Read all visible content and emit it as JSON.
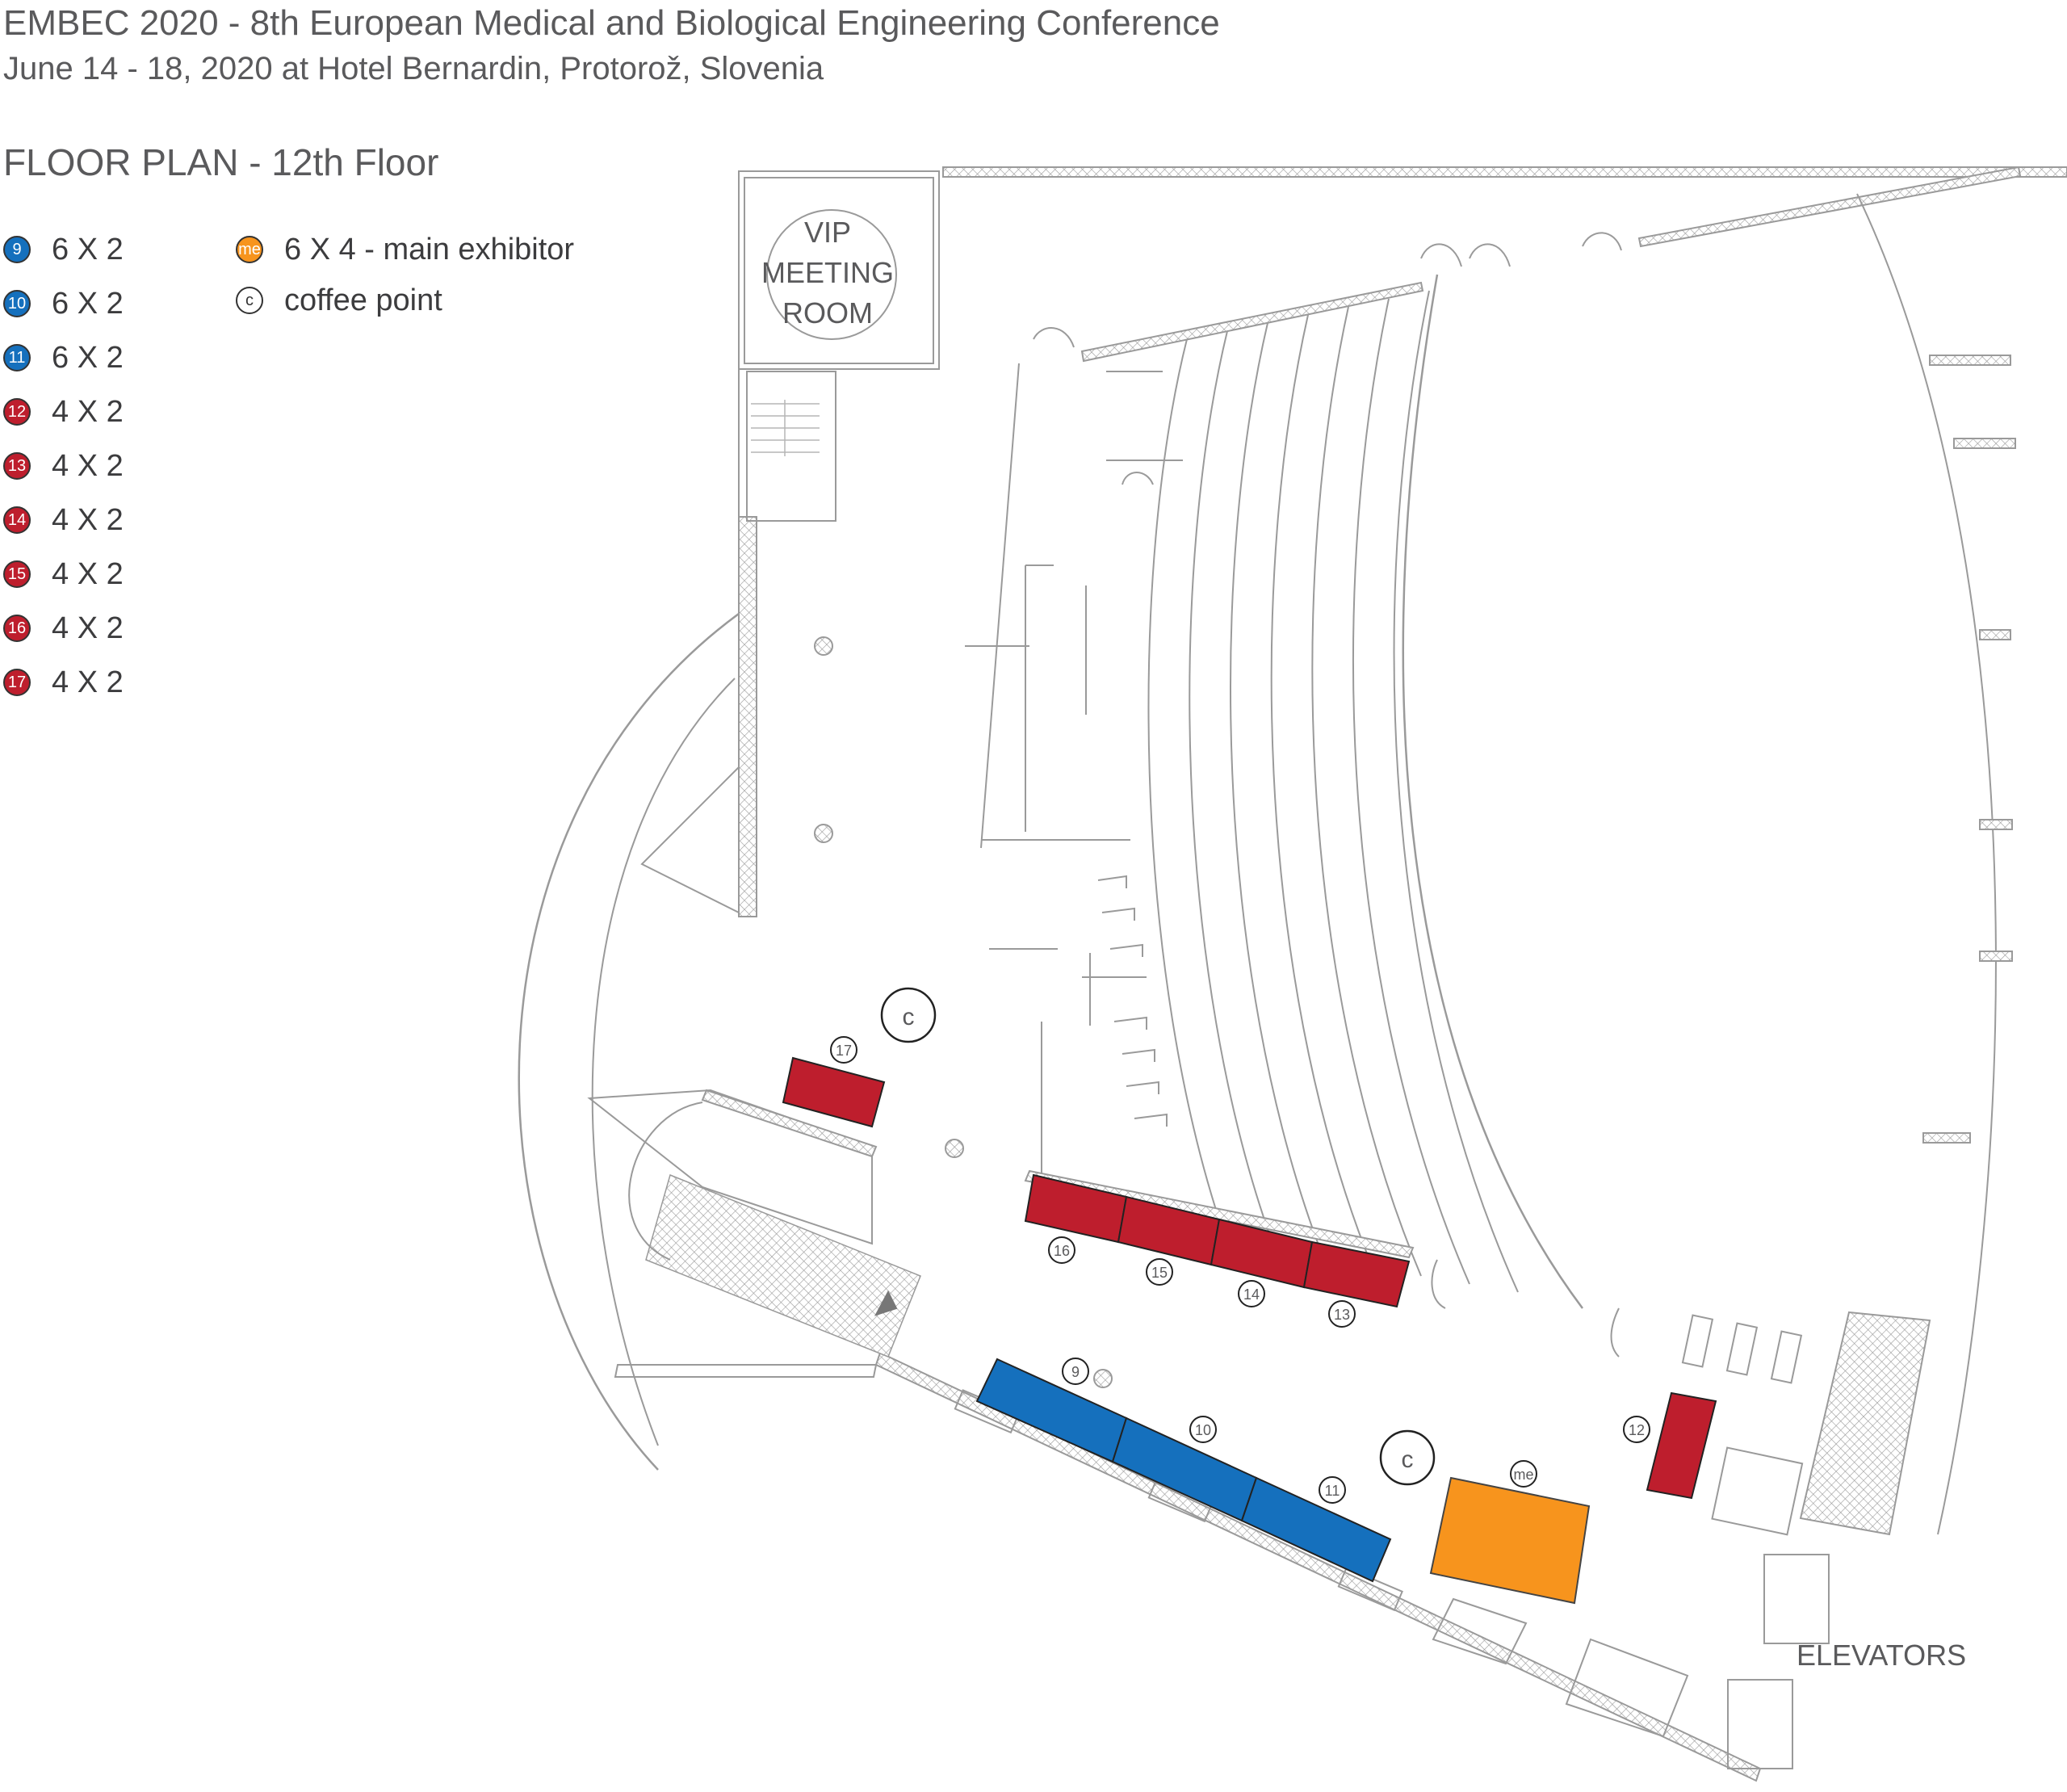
{
  "header": {
    "title": "EMBEC 2020 - 8th European Medical and Biological Engineering Conference",
    "subtitle": "June 14 - 18, 2020 at Hotel Bernardin, Protorož, Slovenia",
    "plan_title": "FLOOR PLAN - 12th Floor"
  },
  "legend": {
    "items": [
      {
        "badge": "9",
        "text": "6 X 2",
        "color": "#1570bd"
      },
      {
        "badge": "10",
        "text": "6 X 2",
        "color": "#1570bd"
      },
      {
        "badge": "11",
        "text": "6 X 2",
        "color": "#1570bd"
      },
      {
        "badge": "12",
        "text": "4 X 2",
        "color": "#be1e2d"
      },
      {
        "badge": "13",
        "text": "4 X 2",
        "color": "#be1e2d"
      },
      {
        "badge": "14",
        "text": "4 X 2",
        "color": "#be1e2d"
      },
      {
        "badge": "15",
        "text": "4 X 2",
        "color": "#be1e2d"
      },
      {
        "badge": "16",
        "text": "4 X 2",
        "color": "#be1e2d"
      },
      {
        "badge": "17",
        "text": "4 X 2",
        "color": "#be1e2d"
      },
      {
        "badge": "me",
        "text": "6 X 4 - main exhibitor",
        "color": "#f7941d"
      },
      {
        "badge": "c",
        "text": "coffee point",
        "color": "#ffffff"
      }
    ]
  },
  "map": {
    "vip_room": [
      "VIP",
      "MEETING",
      "ROOM"
    ],
    "elevators": "ELEVATORS",
    "booth_numbers": {
      "b9": "9",
      "b10": "10",
      "b11": "11",
      "b12": "12",
      "b13": "13",
      "b14": "14",
      "b15": "15",
      "b16": "16",
      "b17": "17",
      "me": "me"
    },
    "coffee": "c",
    "colors": {
      "standard_booth": "#1570bd",
      "small_booth": "#be1e2d",
      "main_exhibitor": "#f7941d",
      "walls": "#9a9a9a"
    }
  }
}
